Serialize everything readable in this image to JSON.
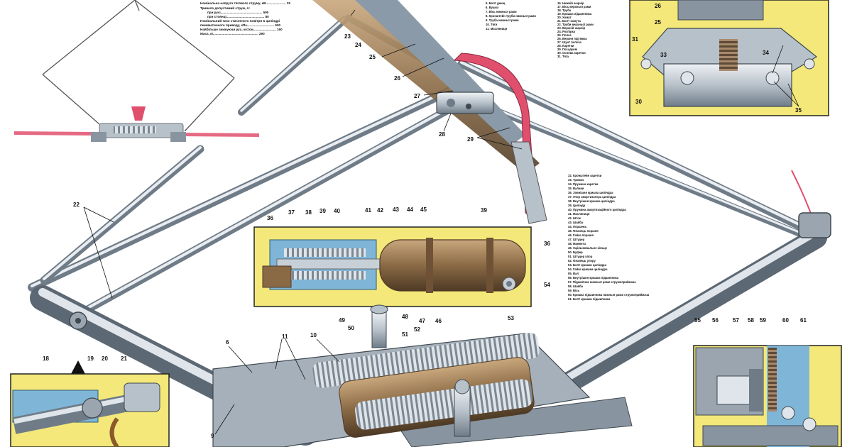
{
  "specs": [
    "Номінальна напруга тягового струму, кВ...................... 25",
    "Тривало допустимий струм, А:",
    "при русі.............................................. 590",
    "при стоянці.......................................... 80",
    "Номінальний тиск стисненого повітря в циліндрі",
    "пневматичного приводу, кПа.............................. 500",
    "Найбільше знижуючи рух, кгс/см......................... 160",
    "Маса, кг.................................................. 290"
  ],
  "legend_a": [
    "5. Болт днищ",
    "6. Вушко",
    "7. Вісь нижньої рами",
    "8. Кронштейн труби нижньої рами",
    "9. Труба нижньої рами",
    "10. Тяги",
    "11. Масляниця"
  ],
  "legend_b": [
    "16. Нижній шарнір",
    "17. Вісь верхньої рами",
    "18. Труба",
    "19. Кришка підшипника",
    "20. Хомут",
    "21. Болт хомута",
    "22. Труби верхньої рами",
    "23. Верхній шарнір",
    "24. Розпірка",
    "25. Полоз",
    "26. Верхня підтяжка",
    "27. Шунт полоза",
    "28. Каретки",
    "29. Посадкові",
    "30. Основа каретки",
    "31. Тяга"
  ],
  "legend_c": [
    "32. Кронштейн каретки",
    "33. Тримач",
    "34. Пружина каретки",
    "35. Валики",
    "36. Зовнішня кришка циліндра",
    "37. Упор амортизатора циліндра",
    "38. Внутрішня кришка циліндра",
    "39. Циліндр",
    "40. Пружина амортизаційного циліндра",
    "41. Масляниця",
    "42. Шток",
    "43. Шайба",
    "44. Поршень",
    "45. Фланець поршня",
    "46. Гайка поршня",
    "47. Штуцер",
    "48. Манжета",
    "49. Ущільнювальне кільце",
    "50. Буфер",
    "51. Штуцер упор",
    "52. Фланець упору",
    "53. Болт кришки циліндра",
    "54. Гайка кришки циліндра",
    "55. Вал",
    "56. Внутрішня кришка підшипника",
    "57. Підшипник нижньої рами струмоприймача",
    "58. Шайба",
    "59. Вісь",
    "60. Кришка підшипника нижньої рами струмоприймача",
    "61. Болт кришки підшипника"
  ],
  "callouts": {
    "n6": "6",
    "n9": "9",
    "n10": "10",
    "n11": "11",
    "n18": "18",
    "n19": "19",
    "n20": "20",
    "n21": "21",
    "n22": "22",
    "n23": "23",
    "n24": "24",
    "n25": "25",
    "n26": "26",
    "n27": "27",
    "n28": "28",
    "n29": "29",
    "n25b": "25",
    "n26b": "26",
    "n30": "30",
    "n31": "31",
    "n33": "33",
    "n34": "34",
    "n35": "35",
    "n36": "36",
    "n36b": "36",
    "n37": "37",
    "n38": "38",
    "n39": "39",
    "n39b": "39",
    "n40": "40",
    "n41": "41",
    "n42": "42",
    "n43": "43",
    "n44": "44",
    "n45": "45",
    "n46": "46",
    "n47": "47",
    "n48": "48",
    "n49": "49",
    "n50": "50",
    "n51": "51",
    "n52": "52",
    "n53": "53",
    "n54": "54",
    "n55": "55",
    "n56": "56",
    "n57": "57",
    "n58": "58",
    "n59": "59",
    "n60": "60",
    "n61": "61"
  },
  "colors": {
    "inset_yellow": "#f3e879",
    "steel": "#b7c1ca",
    "steel_dark": "#6f7c88",
    "bronze": "#8a6a45",
    "red_highlight": "#e0506d",
    "cutaway_blue": "#7fb6d8"
  }
}
